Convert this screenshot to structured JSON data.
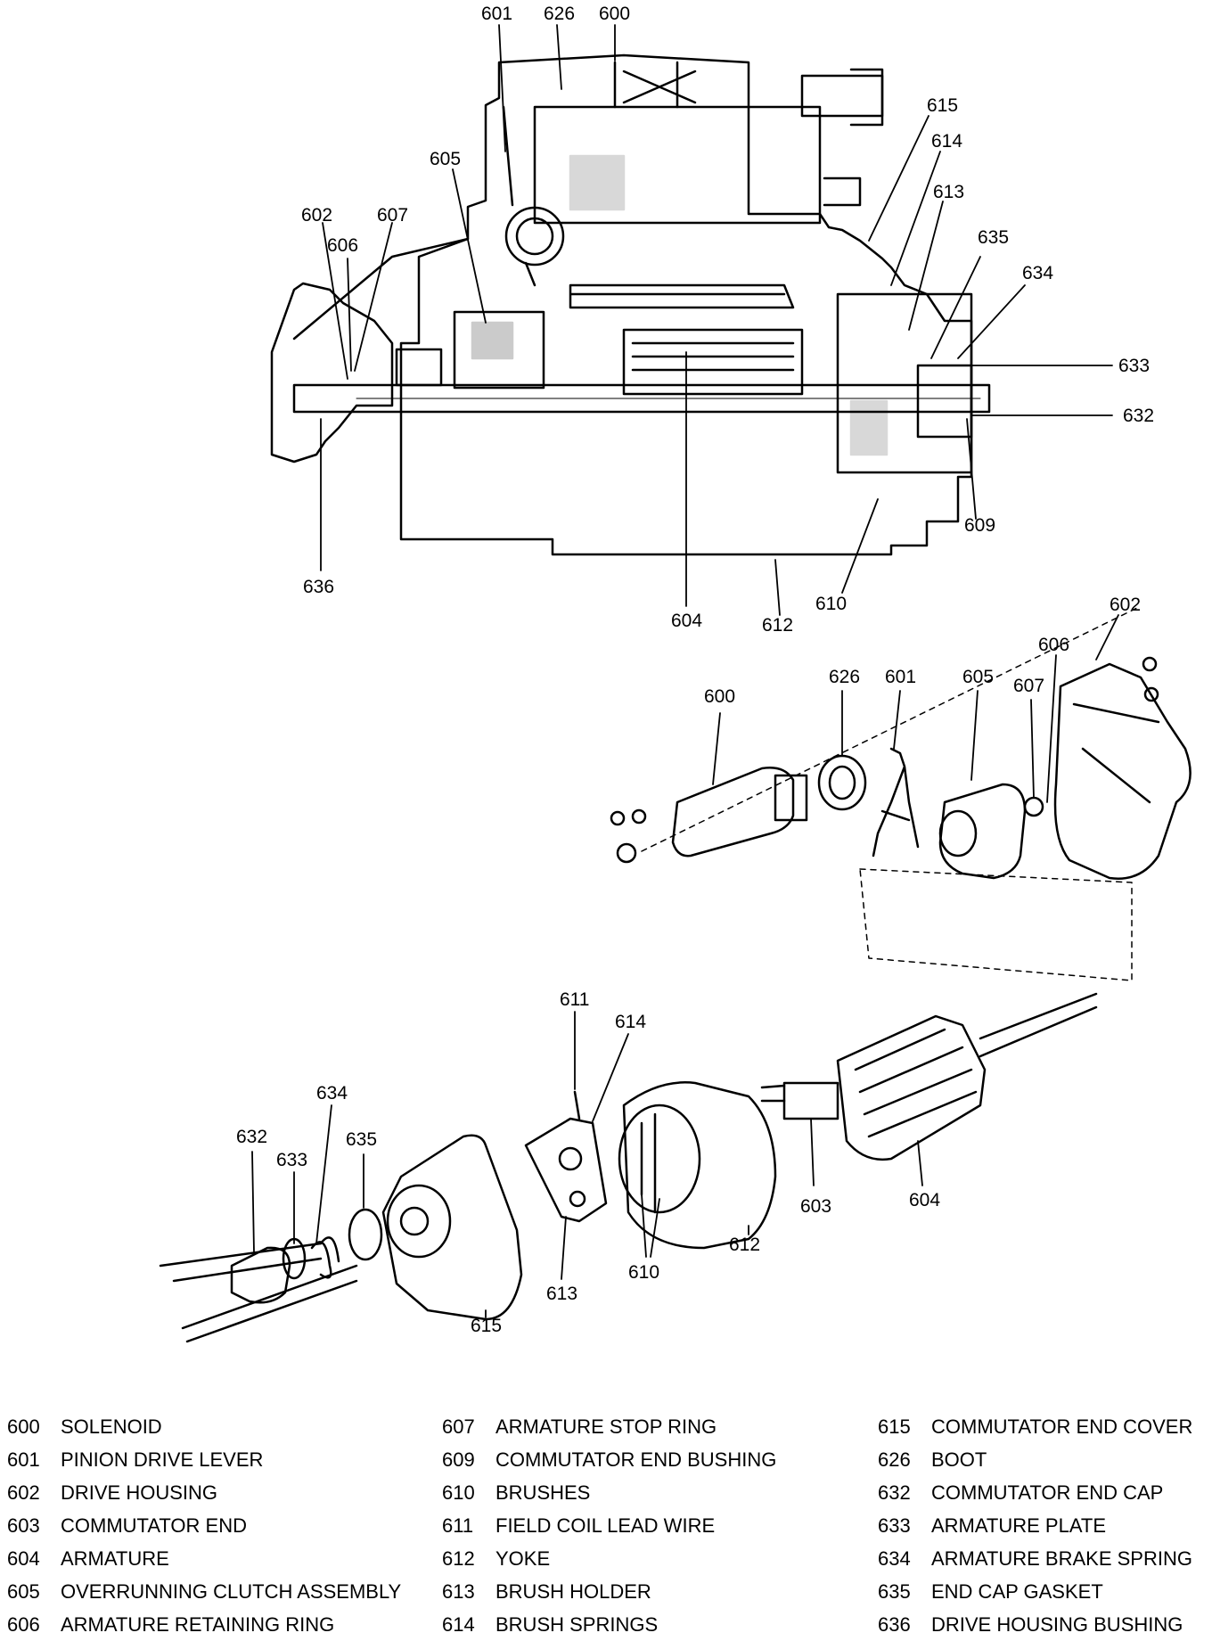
{
  "callouts": {
    "top": [
      "601",
      "626",
      "600",
      "615",
      "614",
      "613",
      "605",
      "602",
      "607",
      "606",
      "635",
      "634",
      "633",
      "632",
      "609",
      "636",
      "604",
      "612",
      "610"
    ],
    "middle": [
      "602",
      "606",
      "600",
      "626",
      "601",
      "605",
      "607"
    ],
    "bottom": [
      "611",
      "614",
      "634",
      "632",
      "633",
      "635",
      "603",
      "604",
      "612",
      "610",
      "613",
      "615"
    ]
  },
  "legend": [
    [
      {
        "num": "600",
        "label": "SOLENOID"
      },
      {
        "num": "601",
        "label": "PINION DRIVE LEVER"
      },
      {
        "num": "602",
        "label": "DRIVE HOUSING"
      },
      {
        "num": "603",
        "label": "COMMUTATOR END"
      },
      {
        "num": "604",
        "label": "ARMATURE"
      },
      {
        "num": "605",
        "label": "OVERRUNNING CLUTCH ASSEMBLY"
      },
      {
        "num": "606",
        "label": "ARMATURE RETAINING RING"
      }
    ],
    [
      {
        "num": "607",
        "label": "ARMATURE STOP RING"
      },
      {
        "num": "609",
        "label": "COMMUTATOR END BUSHING"
      },
      {
        "num": "610",
        "label": "BRUSHES"
      },
      {
        "num": "611",
        "label": "FIELD COIL LEAD WIRE"
      },
      {
        "num": "612",
        "label": "YOKE"
      },
      {
        "num": "613",
        "label": "BRUSH HOLDER"
      },
      {
        "num": "614",
        "label": "BRUSH SPRINGS"
      }
    ],
    [
      {
        "num": "615",
        "label": "COMMUTATOR END COVER"
      },
      {
        "num": "626",
        "label": "BOOT"
      },
      {
        "num": "632",
        "label": "COMMUTATOR END CAP"
      },
      {
        "num": "633",
        "label": "ARMATURE PLATE"
      },
      {
        "num": "634",
        "label": "ARMATURE BRAKE SPRING"
      },
      {
        "num": "635",
        "label": "END CAP GASKET"
      },
      {
        "num": "636",
        "label": "DRIVE HOUSING BUSHING"
      }
    ]
  ]
}
